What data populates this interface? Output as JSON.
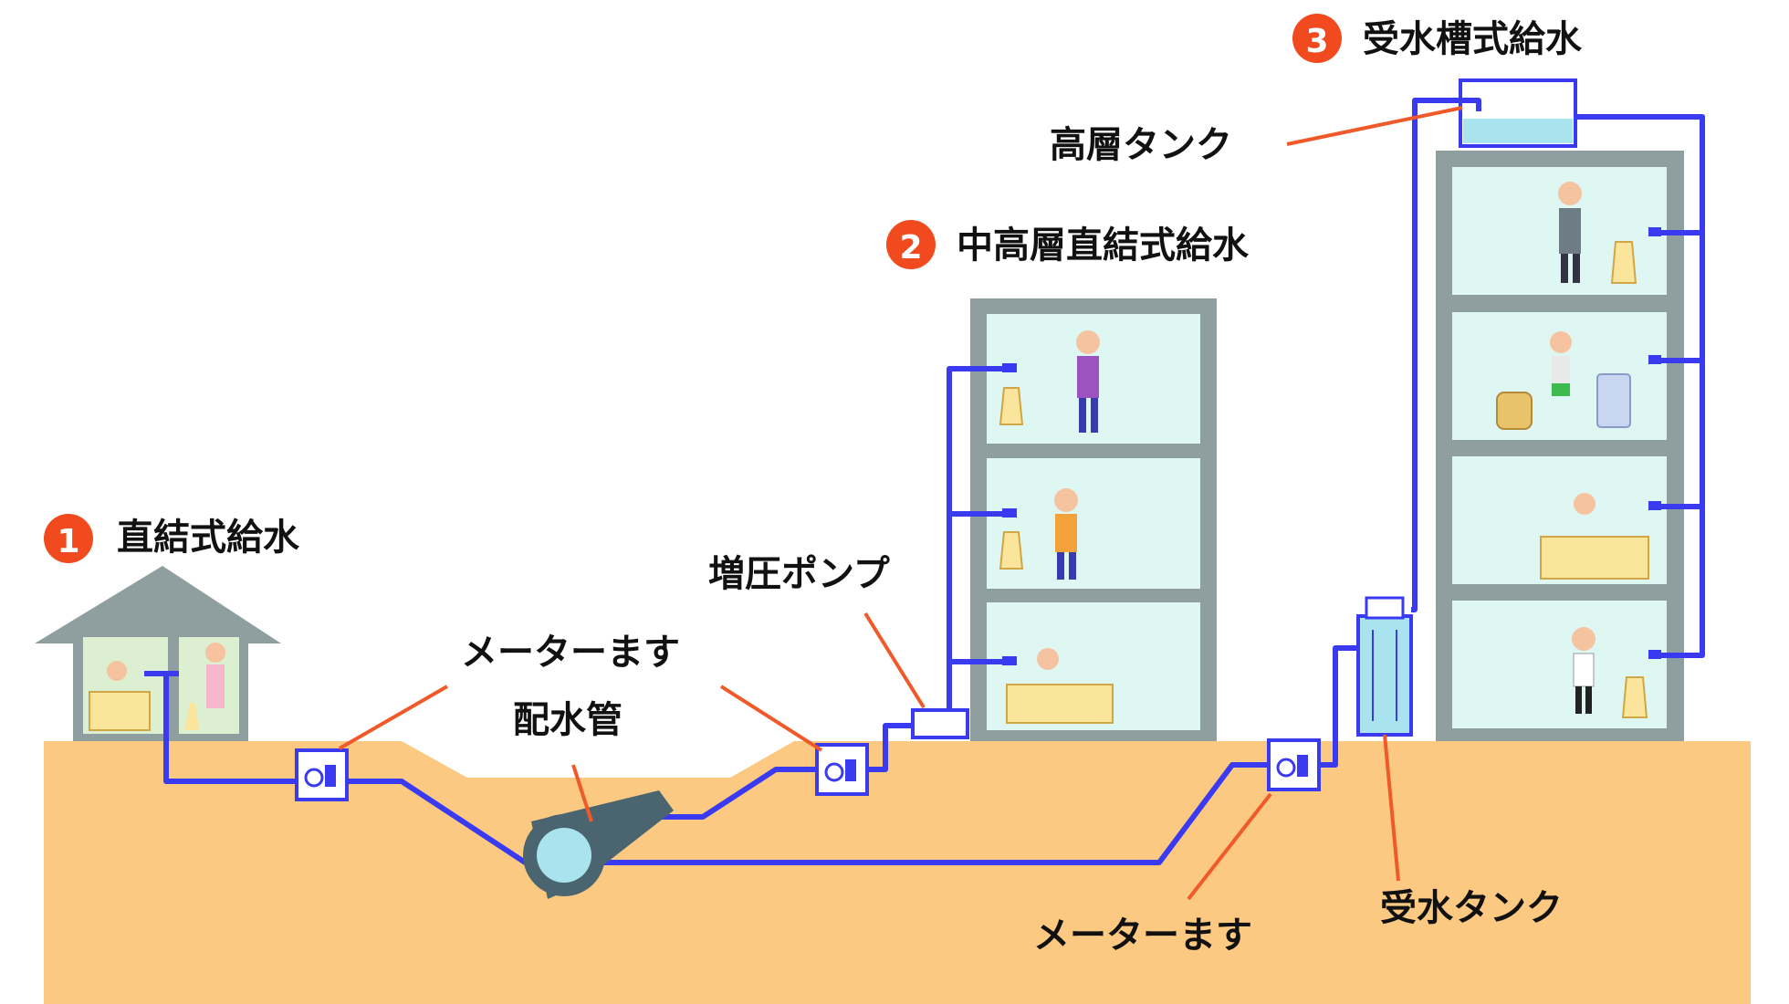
{
  "sections": [
    {
      "number": "1",
      "title": "直結式給水"
    },
    {
      "number": "2",
      "title": "中高層直結式給水"
    },
    {
      "number": "3",
      "title": "受水槽式給水"
    }
  ],
  "labels": {
    "meter_box_left": "メーターます",
    "distribution_pipe": "配水管",
    "booster_pump": "増圧ポンプ",
    "high_tank": "高層タンク",
    "meter_box_right": "メーターます",
    "receiving_tank": "受水タンク"
  },
  "colors": {
    "ground": "#FBC981",
    "pipe": "#3A3AF0",
    "building": "#8F9FA0",
    "room": "#DFF7F3",
    "water": "#A9E3EE",
    "leader": "#F05A2A",
    "badge": "#F04A1E",
    "tub": "#FBE59D"
  },
  "icons": [
    "house-icon",
    "meter-box-icon",
    "water-main-icon",
    "pump-icon",
    "tank-icon",
    "faucet-icon",
    "person-icon",
    "bathtub-icon"
  ]
}
